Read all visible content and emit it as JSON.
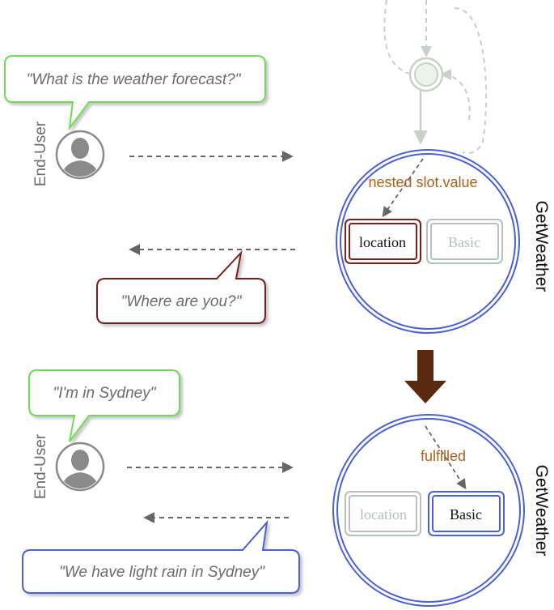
{
  "top": {
    "user_bubble": "\"What is the weather forecast?\"",
    "user_label": "End-User",
    "bot_bubble": "\"Where are you?\"",
    "intent_name": "GetWeather",
    "annotation": "nested slot.value",
    "slots": [
      {
        "label": "location",
        "state": "active"
      },
      {
        "label": "Basic",
        "state": "inactive"
      }
    ]
  },
  "bottom": {
    "user_bubble": "\"I'm in Sydney\"",
    "user_label": "End-User",
    "bot_bubble": "\"We have light rain in Sydney\"",
    "intent_name": "GetWeather",
    "annotation": "fulfilled",
    "slots": [
      {
        "label": "location",
        "state": "inactive"
      },
      {
        "label": "Basic",
        "state": "active"
      }
    ]
  },
  "colors": {
    "user_bubble_border": "#6fdc55",
    "bot_bubble_border_top": "#7a1f1a",
    "bot_bubble_border_bottom": "#4a60d6",
    "intent_circle": "#4a60d6",
    "active_slot_top": "#7a1f1a",
    "active_slot_bottom": "#4a60d6",
    "inactive_slot": "#b9c0bb",
    "annotation_text": "#b0601a",
    "transition_arrow": "#5a2a10"
  }
}
